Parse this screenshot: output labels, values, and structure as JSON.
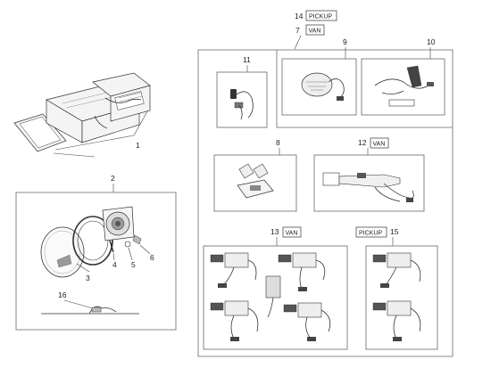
{
  "callouts": {
    "c1": "1",
    "c2": "2",
    "c3": "3",
    "c4": "4",
    "c5": "5",
    "c6": "6",
    "c7": "7",
    "c8": "8",
    "c9": "9",
    "c10": "10",
    "c11": "11",
    "c12": "12",
    "c13": "13",
    "c14": "14",
    "c15": "15",
    "c16": "16"
  },
  "tags": {
    "pickup_top": "PICKUP",
    "van_top": "VAN",
    "van_12": "VAN",
    "van_13": "VAN",
    "pickup_15": "PICKUP"
  }
}
